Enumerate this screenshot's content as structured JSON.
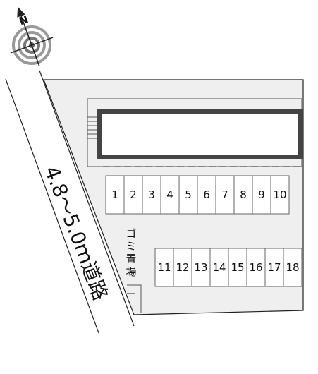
{
  "compass": {
    "north_label": "N",
    "icon": "north-compass-icon"
  },
  "road": {
    "width_label": "4.8～5.0ｍ道路"
  },
  "parking": {
    "row1": [
      "1",
      "2",
      "3",
      "4",
      "5",
      "6",
      "7",
      "8",
      "9",
      "10"
    ],
    "row2": [
      "11",
      "12",
      "13",
      "14",
      "15",
      "16",
      "17",
      "18"
    ]
  },
  "garbage_area": {
    "label": "ゴミ置場"
  },
  "colors": {
    "lot_fill": "#efefef",
    "outline": "#222222",
    "building_border": "#444444",
    "space_fill": "#ffffff"
  }
}
